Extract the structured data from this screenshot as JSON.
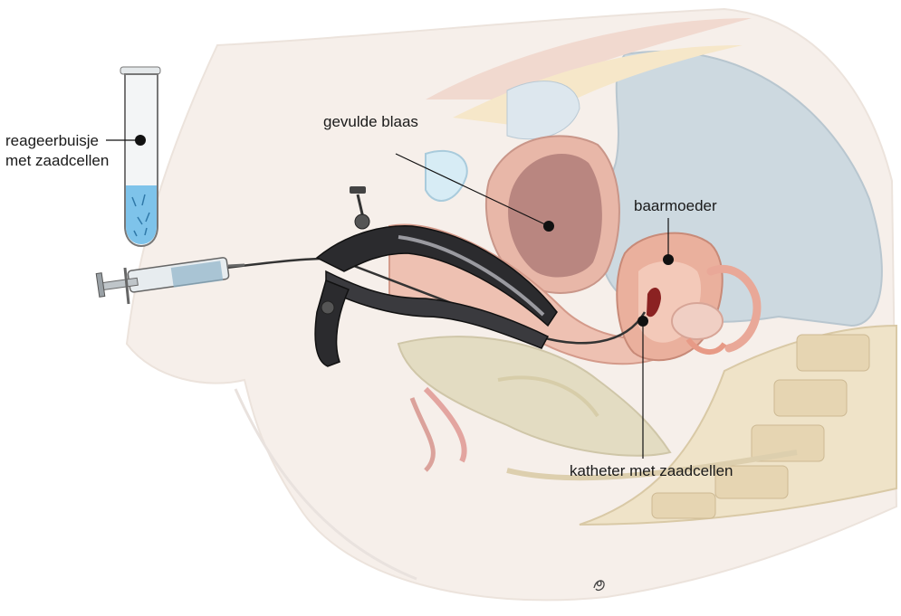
{
  "labels": {
    "test_tube_line1": "reageerbuisje",
    "test_tube_line2": "met zaadcellen",
    "bladder": "gevulde blaas",
    "uterus": "baarmoeder",
    "catheter": "katheter met zaadcellen"
  },
  "colors": {
    "skin": "#f6efea",
    "bladder_wall": "#e8b7a8",
    "bladder_inner": "#b98680",
    "uterus": "#eab09d",
    "bowel": "#e3dcc2",
    "spine": "#efe3c8",
    "speculum": "#2b2b2e",
    "test_tube_liquid": "#7ec3ea",
    "abdominal_cavity": "#cdd9e0"
  },
  "icons": {
    "test_tube": "test-tube-icon",
    "syringe": "syringe-icon",
    "speculum": "speculum-icon",
    "signature": "artist-signature"
  }
}
